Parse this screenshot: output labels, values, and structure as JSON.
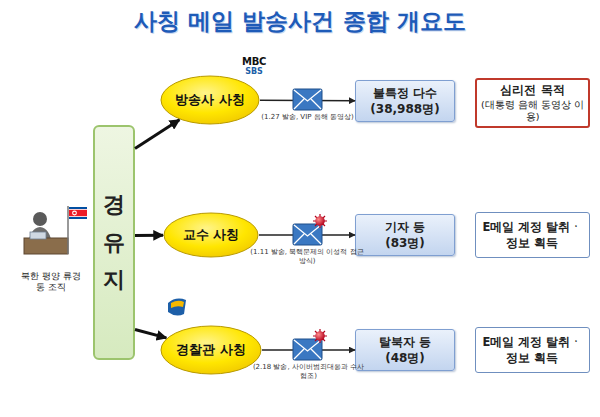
{
  "diagram": {
    "title": "사칭 메일 발송사건 종합 개요도",
    "nodes": [
      {
        "text": [
          "북한 평양 류경동 조직"
        ]
      },
      {
        "text": [
          "경 유 지"
        ]
      },
      {
        "text": [
          "방송사 사칭"
        ]
      },
      {
        "text": [
          "교수 사칭"
        ]
      },
      {
        "text": [
          "경찰관 사칭"
        ]
      },
      {
        "text": [
          "불특정 다수",
          "(38,988명)"
        ]
      },
      {
        "text": [
          "기자 등",
          "(83명)"
        ]
      },
      {
        "text": [
          "탈북자 등",
          "(48명)"
        ]
      },
      {
        "text": [
          "심리전 목적",
          "(대통령 음해 동영상 이용)"
        ]
      },
      {
        "text": [
          "E메일 계정 탈취ㆍ정보 획득"
        ]
      },
      {
        "text": [
          "E메일 계정 탈취ㆍ정보 획득"
        ]
      }
    ],
    "edges": [
      {
        "from": 1,
        "to": 2,
        "arrow": "to"
      },
      {
        "from": 1,
        "to": 3,
        "arrow": "to"
      },
      {
        "from": 1,
        "to": 4,
        "arrow": "to"
      },
      {
        "from": 2,
        "to": 5,
        "label": "(1.27 발송, VIP 음해 동영상)",
        "arrow": "to"
      },
      {
        "from": 3,
        "to": 6,
        "label": "(1.11 발송, 북핵문제의 이성적 접근방식)",
        "arrow": "to"
      },
      {
        "from": 4,
        "to": 7,
        "label": "(2.18 발송, 사이버범죄대응과 수사 협조)",
        "arrow": "to"
      }
    ],
    "labels": [
      "MBC",
      "SBS"
    ]
  }
}
